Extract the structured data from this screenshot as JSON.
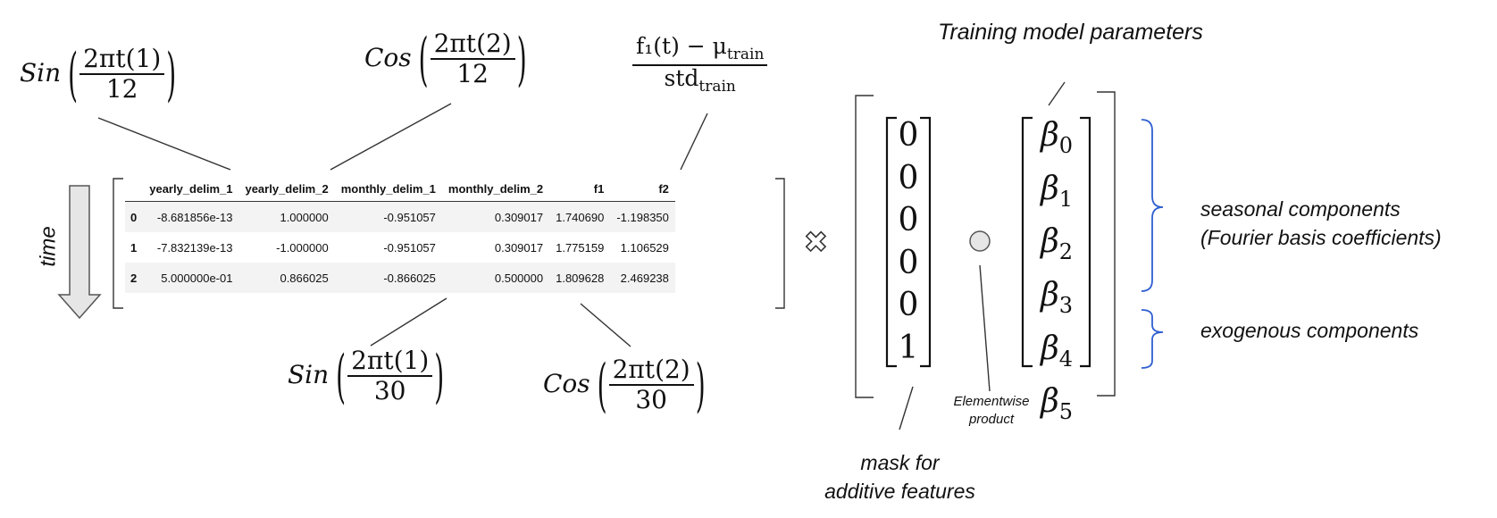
{
  "formulas": {
    "sin12": {
      "fn": "Sin",
      "num": "2πt(1)",
      "den": "12"
    },
    "cos12": {
      "fn": "Cos",
      "num": "2πt(2)",
      "den": "12"
    },
    "sin30": {
      "fn": "Sin",
      "num": "2πt(1)",
      "den": "30"
    },
    "cos30": {
      "fn": "Cos",
      "num": "2πt(2)",
      "den": "30"
    },
    "f1": {
      "num": "f₁(t) − μ",
      "num_sub": "train",
      "den": "std",
      "den_sub": "train"
    }
  },
  "time_label": "time",
  "table": {
    "columns": [
      "",
      "yearly_delim_1",
      "yearly_delim_2",
      "monthly_delim_1",
      "monthly_delim_2",
      "f1",
      "f2"
    ],
    "rows": [
      [
        "0",
        "-8.681856e-13",
        "1.000000",
        "-0.951057",
        "0.309017",
        "1.740690",
        "-1.198350"
      ],
      [
        "1",
        "-7.832139e-13",
        "-1.000000",
        "-0.951057",
        "0.309017",
        "1.775159",
        "1.106529"
      ],
      [
        "2",
        "5.000000e-01",
        "0.866025",
        "-0.866025",
        "0.500000",
        "1.809628",
        "2.469238"
      ]
    ]
  },
  "operator": "✖",
  "mask_values": [
    "0",
    "0",
    "0",
    "0",
    "0",
    "1"
  ],
  "beta_symbol": "β",
  "beta_subs": [
    "0",
    "1",
    "2",
    "3",
    "4",
    "5"
  ],
  "labels": {
    "training_params": "Training model parameters",
    "seasonal_1": "seasonal components",
    "seasonal_2": "(Fourier basis coefficients)",
    "exogenous": "exogenous components",
    "mask_1": "mask for",
    "mask_2": "additive features",
    "elementwise_1": "Elementwise",
    "elementwise_2": "product"
  },
  "colors": {
    "brace": "#2f5fd0",
    "line": "#333333",
    "arrow_fill": "#e6e6e6"
  }
}
